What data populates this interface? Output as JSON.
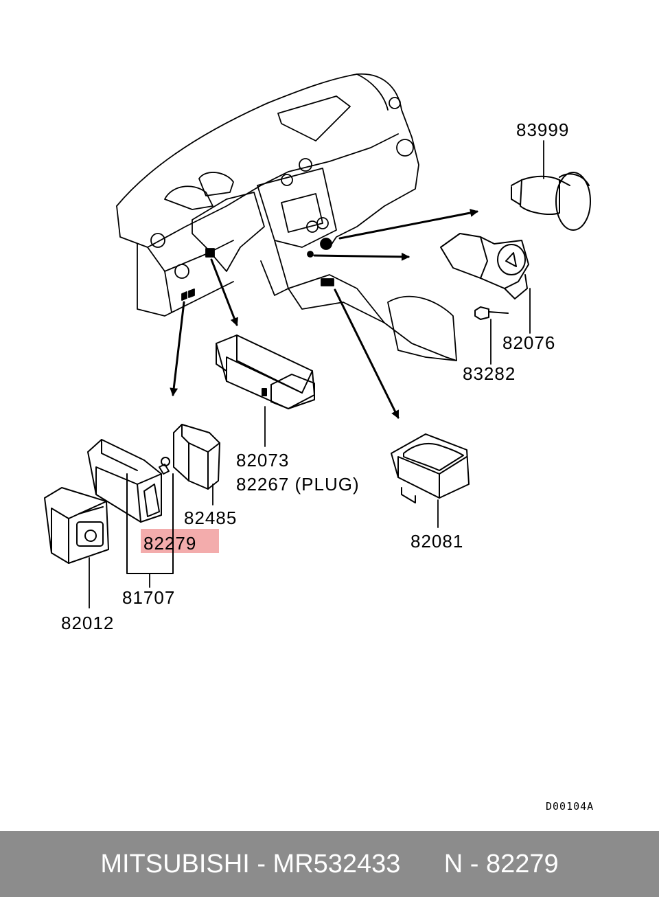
{
  "diagram": {
    "callouts": {
      "p83999": "83999",
      "p82076": "82076",
      "p83282": "83282",
      "p82073": "82073",
      "p82267": "82267 (PLUG)",
      "p82485": "82485",
      "p82279": "82279",
      "p81707": "81707",
      "p82012": "82012",
      "p82081": "82081"
    },
    "highlighted_part": "82279",
    "highlight_color": "#f2a3a3",
    "drawing_code": "D00104A"
  },
  "footer": {
    "text": "MITSUBISHI - MR532433      N - 82279",
    "background": "#8c8c8c"
  }
}
